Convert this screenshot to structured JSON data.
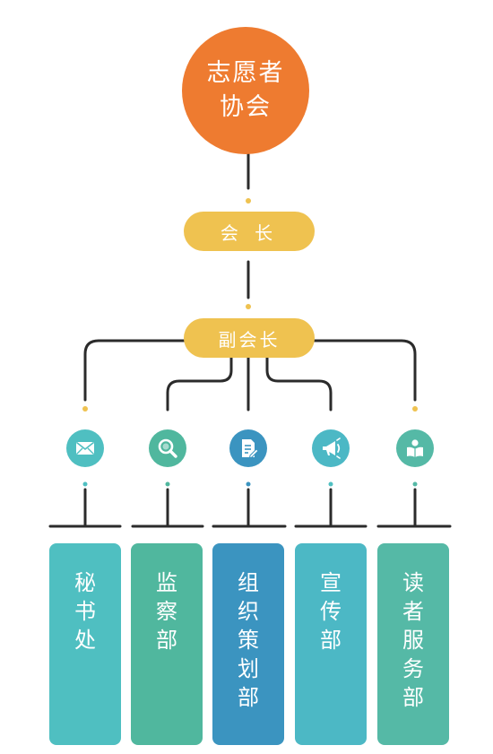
{
  "root": {
    "line1": "志愿者",
    "line2": "协会"
  },
  "president": {
    "label": "会 长"
  },
  "vice_president": {
    "label": "副会长"
  },
  "departments": [
    {
      "label": "秘书处",
      "icon": "envelope-icon",
      "color": "#4FBFC1",
      "icon_color": "#4FBFC1"
    },
    {
      "label": "监察部",
      "icon": "magnifier-icon",
      "color": "#50B79E",
      "icon_color": "#50B79E"
    },
    {
      "label": "组织策划部",
      "icon": "document-edit-icon",
      "color": "#3B94C0",
      "icon_color": "#3B94C0"
    },
    {
      "label": "宣传部",
      "icon": "megaphone-icon",
      "color": "#4CB8C5",
      "icon_color": "#4CB8C5"
    },
    {
      "label": "读者服务部",
      "icon": "reader-icon",
      "color": "#55B9A6",
      "icon_color": "#55B9A6"
    }
  ],
  "colors": {
    "root": "#EE7B30",
    "pill": "#EFC250",
    "line": "#2B2B2B",
    "dot": "#EFC250"
  }
}
